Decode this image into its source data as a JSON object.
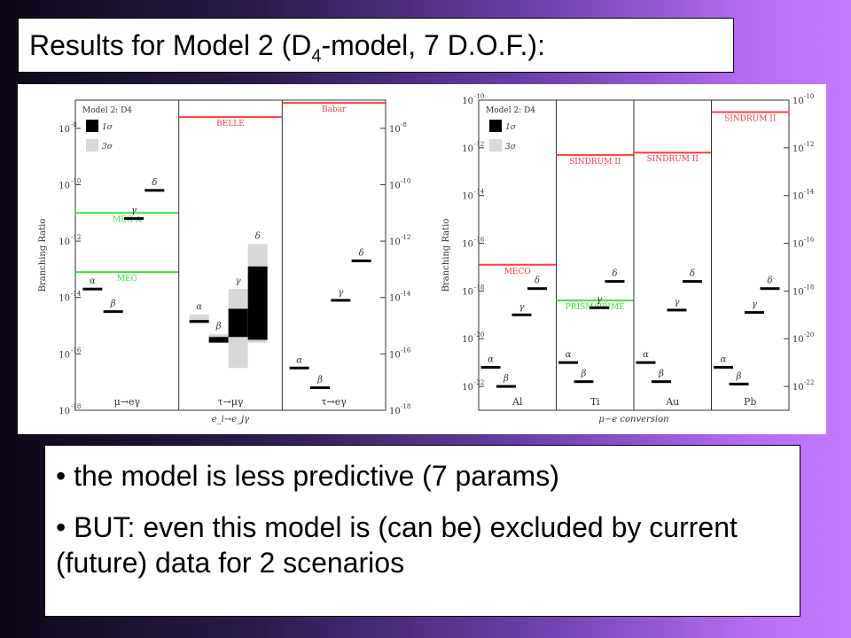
{
  "title": {
    "main": "Results for Model 2 (D",
    "sub": "4",
    "rest": "-model, 7 D.O.F.):"
  },
  "bullets": [
    "• the model is less predictive (7 params)",
    "• BUT: even this model is (can be) excluded by current (future) data for 2 scenarios"
  ],
  "chart_data": [
    {
      "type": "bar",
      "name": "left-panel",
      "ylabel": "Branching Ratio",
      "xlabel": "e_i→e_jγ",
      "yscale": "log",
      "ylim_exp": [
        -18,
        -7
      ],
      "ytick_exps": [
        -18,
        -16,
        -14,
        -12,
        -10,
        -8
      ],
      "legend": {
        "title": "Model 2: D4",
        "items": [
          {
            "label": "1σ",
            "color": "#000000"
          },
          {
            "label": "3σ",
            "color": "#d8d8d8"
          }
        ]
      },
      "colors": {
        "limit": "#ff3b3b",
        "limit_green": "#3ee03e",
        "one_sigma": "#000000",
        "three_sigma": "#d8d8d8"
      },
      "panels": [
        {
          "category": "μ→eγ",
          "limits": [
            {
              "label": "MEG-A",
              "exp": -11,
              "color": "green"
            },
            {
              "label": "MEG",
              "exp": -13.1,
              "color": "green"
            }
          ],
          "markers": [
            {
              "label": "α",
              "exp": -13.7
            },
            {
              "label": "β",
              "exp": -14.5
            },
            {
              "label": "γ",
              "exp": -11.2
            },
            {
              "label": "δ",
              "exp": -10.2
            }
          ]
        },
        {
          "category": "τ→μγ",
          "limits": [
            {
              "label": "BELLE",
              "exp": -7.6,
              "color": "red"
            }
          ],
          "bands": [
            {
              "label": "α",
              "one": [
                -14.8,
                -14.9
              ],
              "three": [
                -14.6,
                -14.9
              ]
            },
            {
              "label": "β",
              "one": [
                -15.4,
                -15.6
              ],
              "three": [
                -15.3,
                -15.6
              ]
            },
            {
              "label": "γ",
              "one": [
                -14.4,
                -15.4
              ],
              "three": [
                -13.7,
                -16.5
              ]
            },
            {
              "label": "δ",
              "one": [
                -12.9,
                -15.5
              ],
              "three": [
                -12.1,
                -15.6
              ]
            }
          ]
        },
        {
          "category": "τ→eγ",
          "limits": [
            {
              "label": "Babar",
              "exp": -7.1,
              "color": "red"
            }
          ],
          "markers": [
            {
              "label": "α",
              "exp": -16.5
            },
            {
              "label": "β",
              "exp": -17.2
            },
            {
              "label": "γ",
              "exp": -14.1
            },
            {
              "label": "δ",
              "exp": -12.7
            }
          ]
        }
      ]
    },
    {
      "type": "bar",
      "name": "right-panel",
      "ylabel": "Branching Ratio",
      "xlabel": "μ−e conversion",
      "yscale": "log",
      "ylim_exp": [
        -23,
        -10
      ],
      "ytick_exps": [
        -22,
        -20,
        -18,
        -16,
        -14,
        -12,
        -10
      ],
      "legend": {
        "title": "Model 2: D4",
        "items": [
          {
            "label": "1σ",
            "color": "#000000"
          },
          {
            "label": "3σ",
            "color": "#d8d8d8"
          }
        ]
      },
      "panels": [
        {
          "category": "Al",
          "limits": [
            {
              "label": "MECO",
              "exp": -16.9,
              "color": "red"
            }
          ],
          "markers": [
            {
              "label": "α",
              "exp": -21.2
            },
            {
              "label": "β",
              "exp": -22.0
            },
            {
              "label": "γ",
              "exp": -19.0
            },
            {
              "label": "δ",
              "exp": -17.9
            }
          ]
        },
        {
          "category": "Ti",
          "limits": [
            {
              "label": "SINDRUM II",
              "exp": -12.3,
              "color": "red"
            },
            {
              "label": "PRISM/PRIME",
              "exp": -18.4,
              "color": "green"
            }
          ],
          "markers": [
            {
              "label": "α",
              "exp": -21.0
            },
            {
              "label": "β",
              "exp": -21.8
            },
            {
              "label": "γ",
              "exp": -18.7
            },
            {
              "label": "δ",
              "exp": -17.6
            }
          ]
        },
        {
          "category": "Au",
          "limits": [
            {
              "label": "SINDRUM II",
              "exp": -12.2,
              "color": "red"
            }
          ],
          "markers": [
            {
              "label": "α",
              "exp": -21.0
            },
            {
              "label": "β",
              "exp": -21.8
            },
            {
              "label": "γ",
              "exp": -18.8
            },
            {
              "label": "δ",
              "exp": -17.6
            }
          ]
        },
        {
          "category": "Pb",
          "limits": [
            {
              "label": "SINDRUM II",
              "exp": -10.5,
              "color": "red"
            }
          ],
          "markers": [
            {
              "label": "α",
              "exp": -21.2
            },
            {
              "label": "β",
              "exp": -21.9
            },
            {
              "label": "γ",
              "exp": -18.9
            },
            {
              "label": "δ",
              "exp": -17.9
            }
          ]
        }
      ]
    }
  ]
}
